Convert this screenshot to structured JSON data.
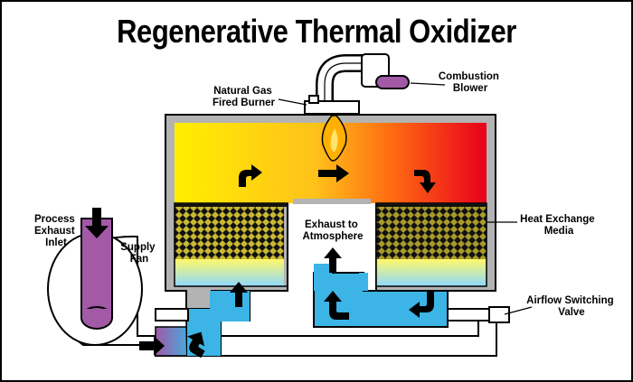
{
  "title": "Regenerative Thermal Oxidizer",
  "labels": {
    "burner_line1": "Natural Gas",
    "burner_line2": "Fired Burner",
    "blower_line1": "Combustion",
    "blower_line2": "Blower",
    "inlet_line1": "Process",
    "inlet_line2": "Exhaust",
    "inlet_line3": "Inlet",
    "fan_line1": "Supply",
    "fan_line2": "Fan",
    "exhaust_line1": "Exhaust to",
    "exhaust_line2": "Atmosphere",
    "media_line1": "Heat Exchange",
    "media_line2": "Media",
    "valve_line1": "Airflow Switching",
    "valve_line2": "Valve"
  },
  "colors": {
    "hot_left": "#ffee00",
    "hot_mid": "#ffa31a",
    "hot_right": "#e8001c",
    "shell": "#b3b3b3",
    "process_air": "#a259a6",
    "clean_air": "#3cb4e6",
    "flame": "#ffb000"
  }
}
